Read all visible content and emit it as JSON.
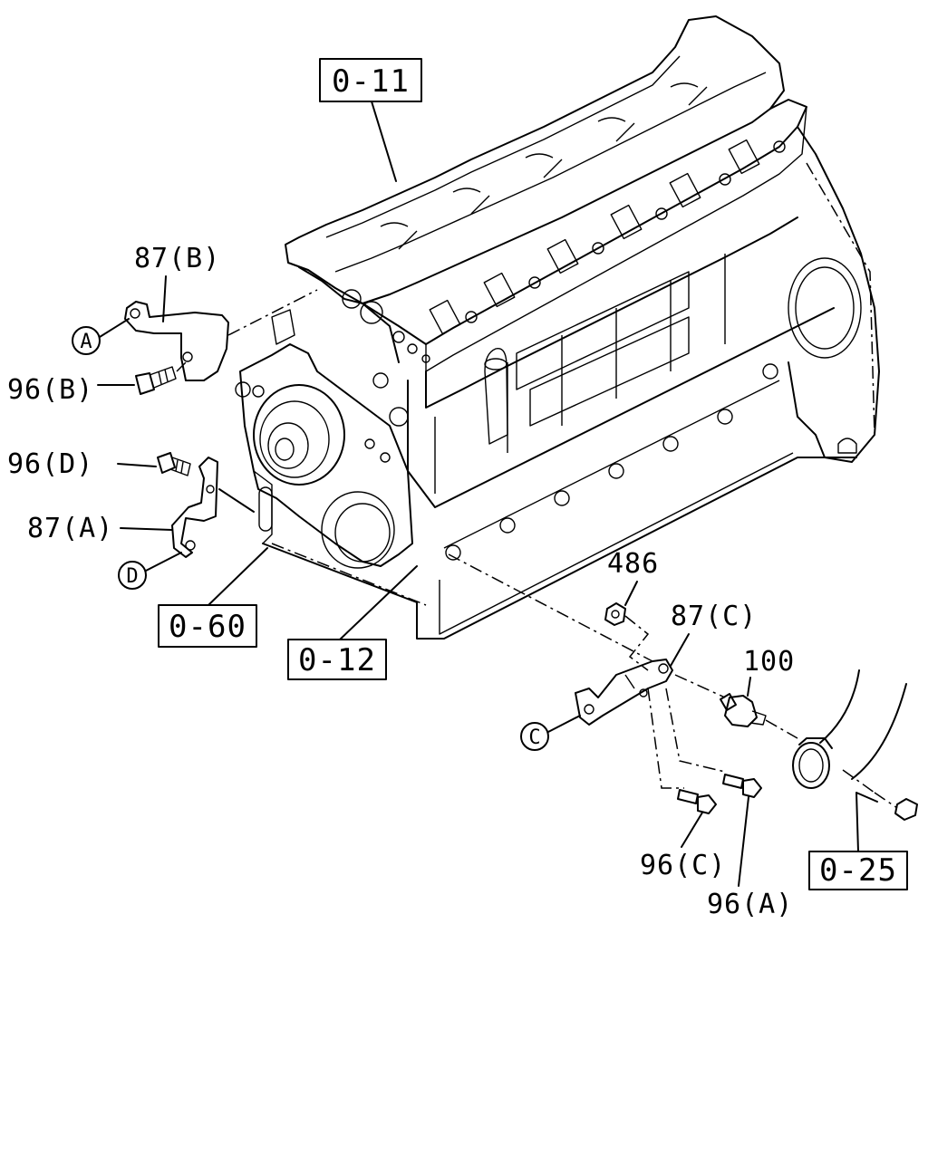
{
  "diagram": {
    "ref_boxes": {
      "o11": "0-11",
      "o60": "0-60",
      "o12": "0-12",
      "o25": "0-25"
    },
    "part_labels": {
      "p87b": "87(B)",
      "p96b": "96(B)",
      "p96d": "96(D)",
      "p87a": "87(A)",
      "p486": "486",
      "p87c": "87(C)",
      "p100": "100",
      "p96c": "96(C)",
      "p96a": "96(A)"
    },
    "circle_markers": {
      "a": "A",
      "d": "D",
      "c": "C"
    }
  }
}
